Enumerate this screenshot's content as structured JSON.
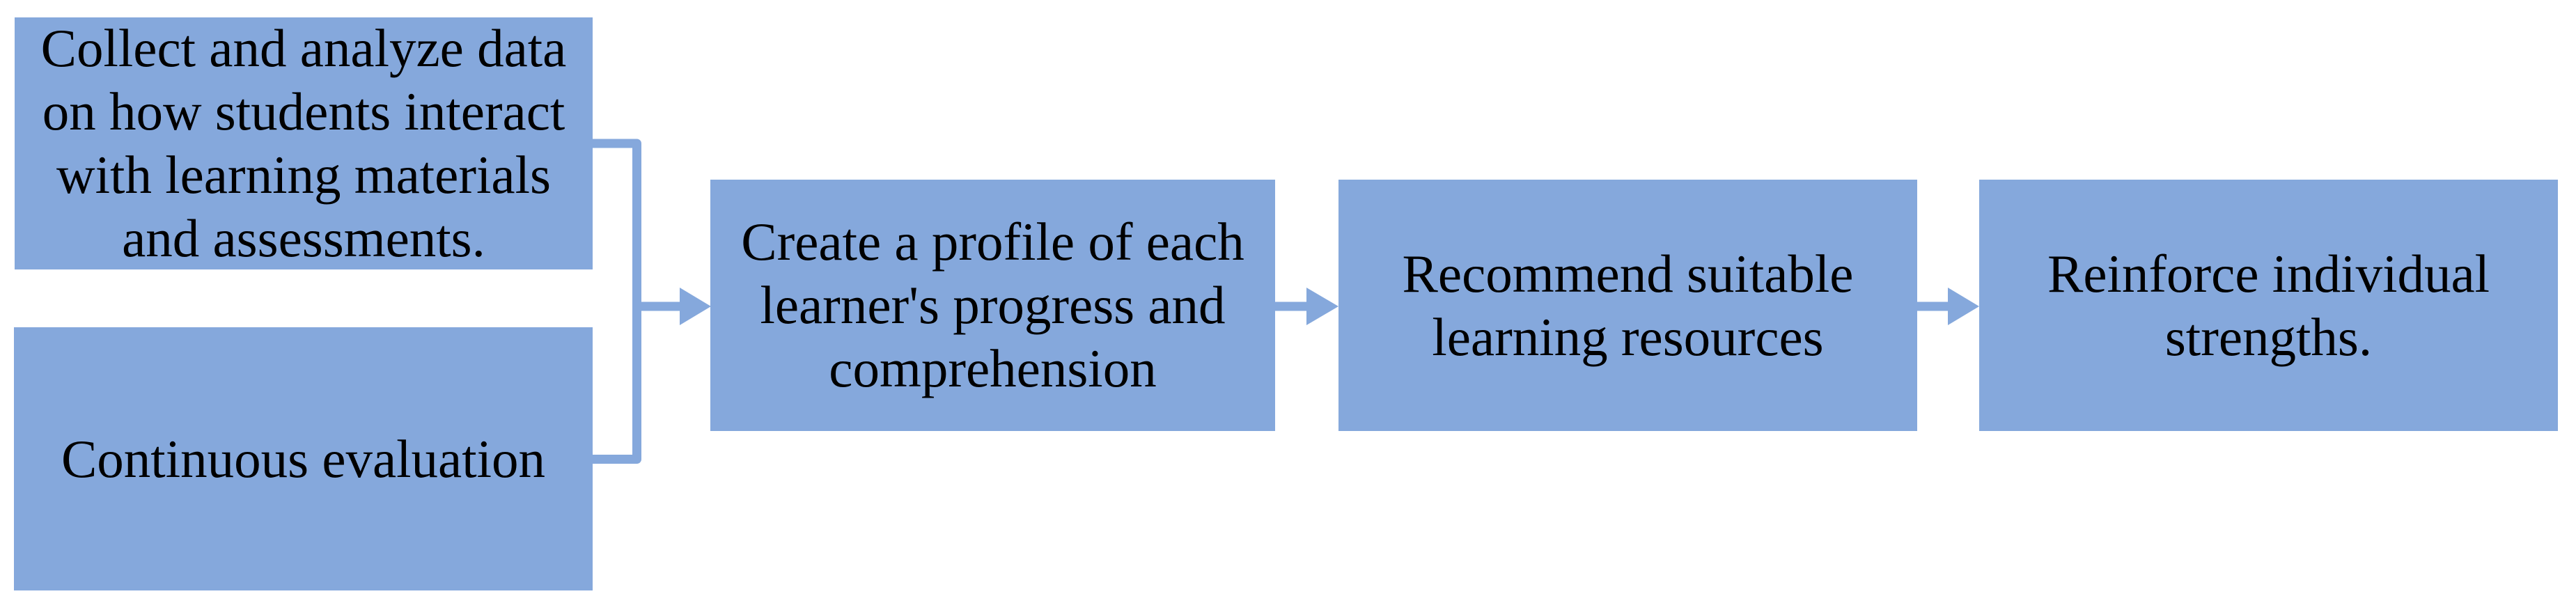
{
  "diagram": {
    "background_color": "#ffffff",
    "shape_fill_color": "#85a8dc",
    "connector_color": "#85a8dc",
    "text_color": "#000000",
    "boxes": [
      {
        "name": "collect-data",
        "lines": [
          "Collect and analyze data",
          "on how students interact",
          "with learning materials",
          "and assessments."
        ]
      },
      {
        "name": "continuous-evaluation",
        "lines": [
          "Continuous evaluation"
        ]
      },
      {
        "name": "create-profile",
        "lines": [
          "Create a profile of each",
          "learner's progress and",
          "comprehension"
        ]
      },
      {
        "name": "recommend-resources",
        "lines": [
          "Recommend suitable",
          "learning resources"
        ]
      },
      {
        "name": "reinforce-strengths",
        "lines": [
          "Reinforce individual",
          "strengths."
        ]
      }
    ]
  }
}
